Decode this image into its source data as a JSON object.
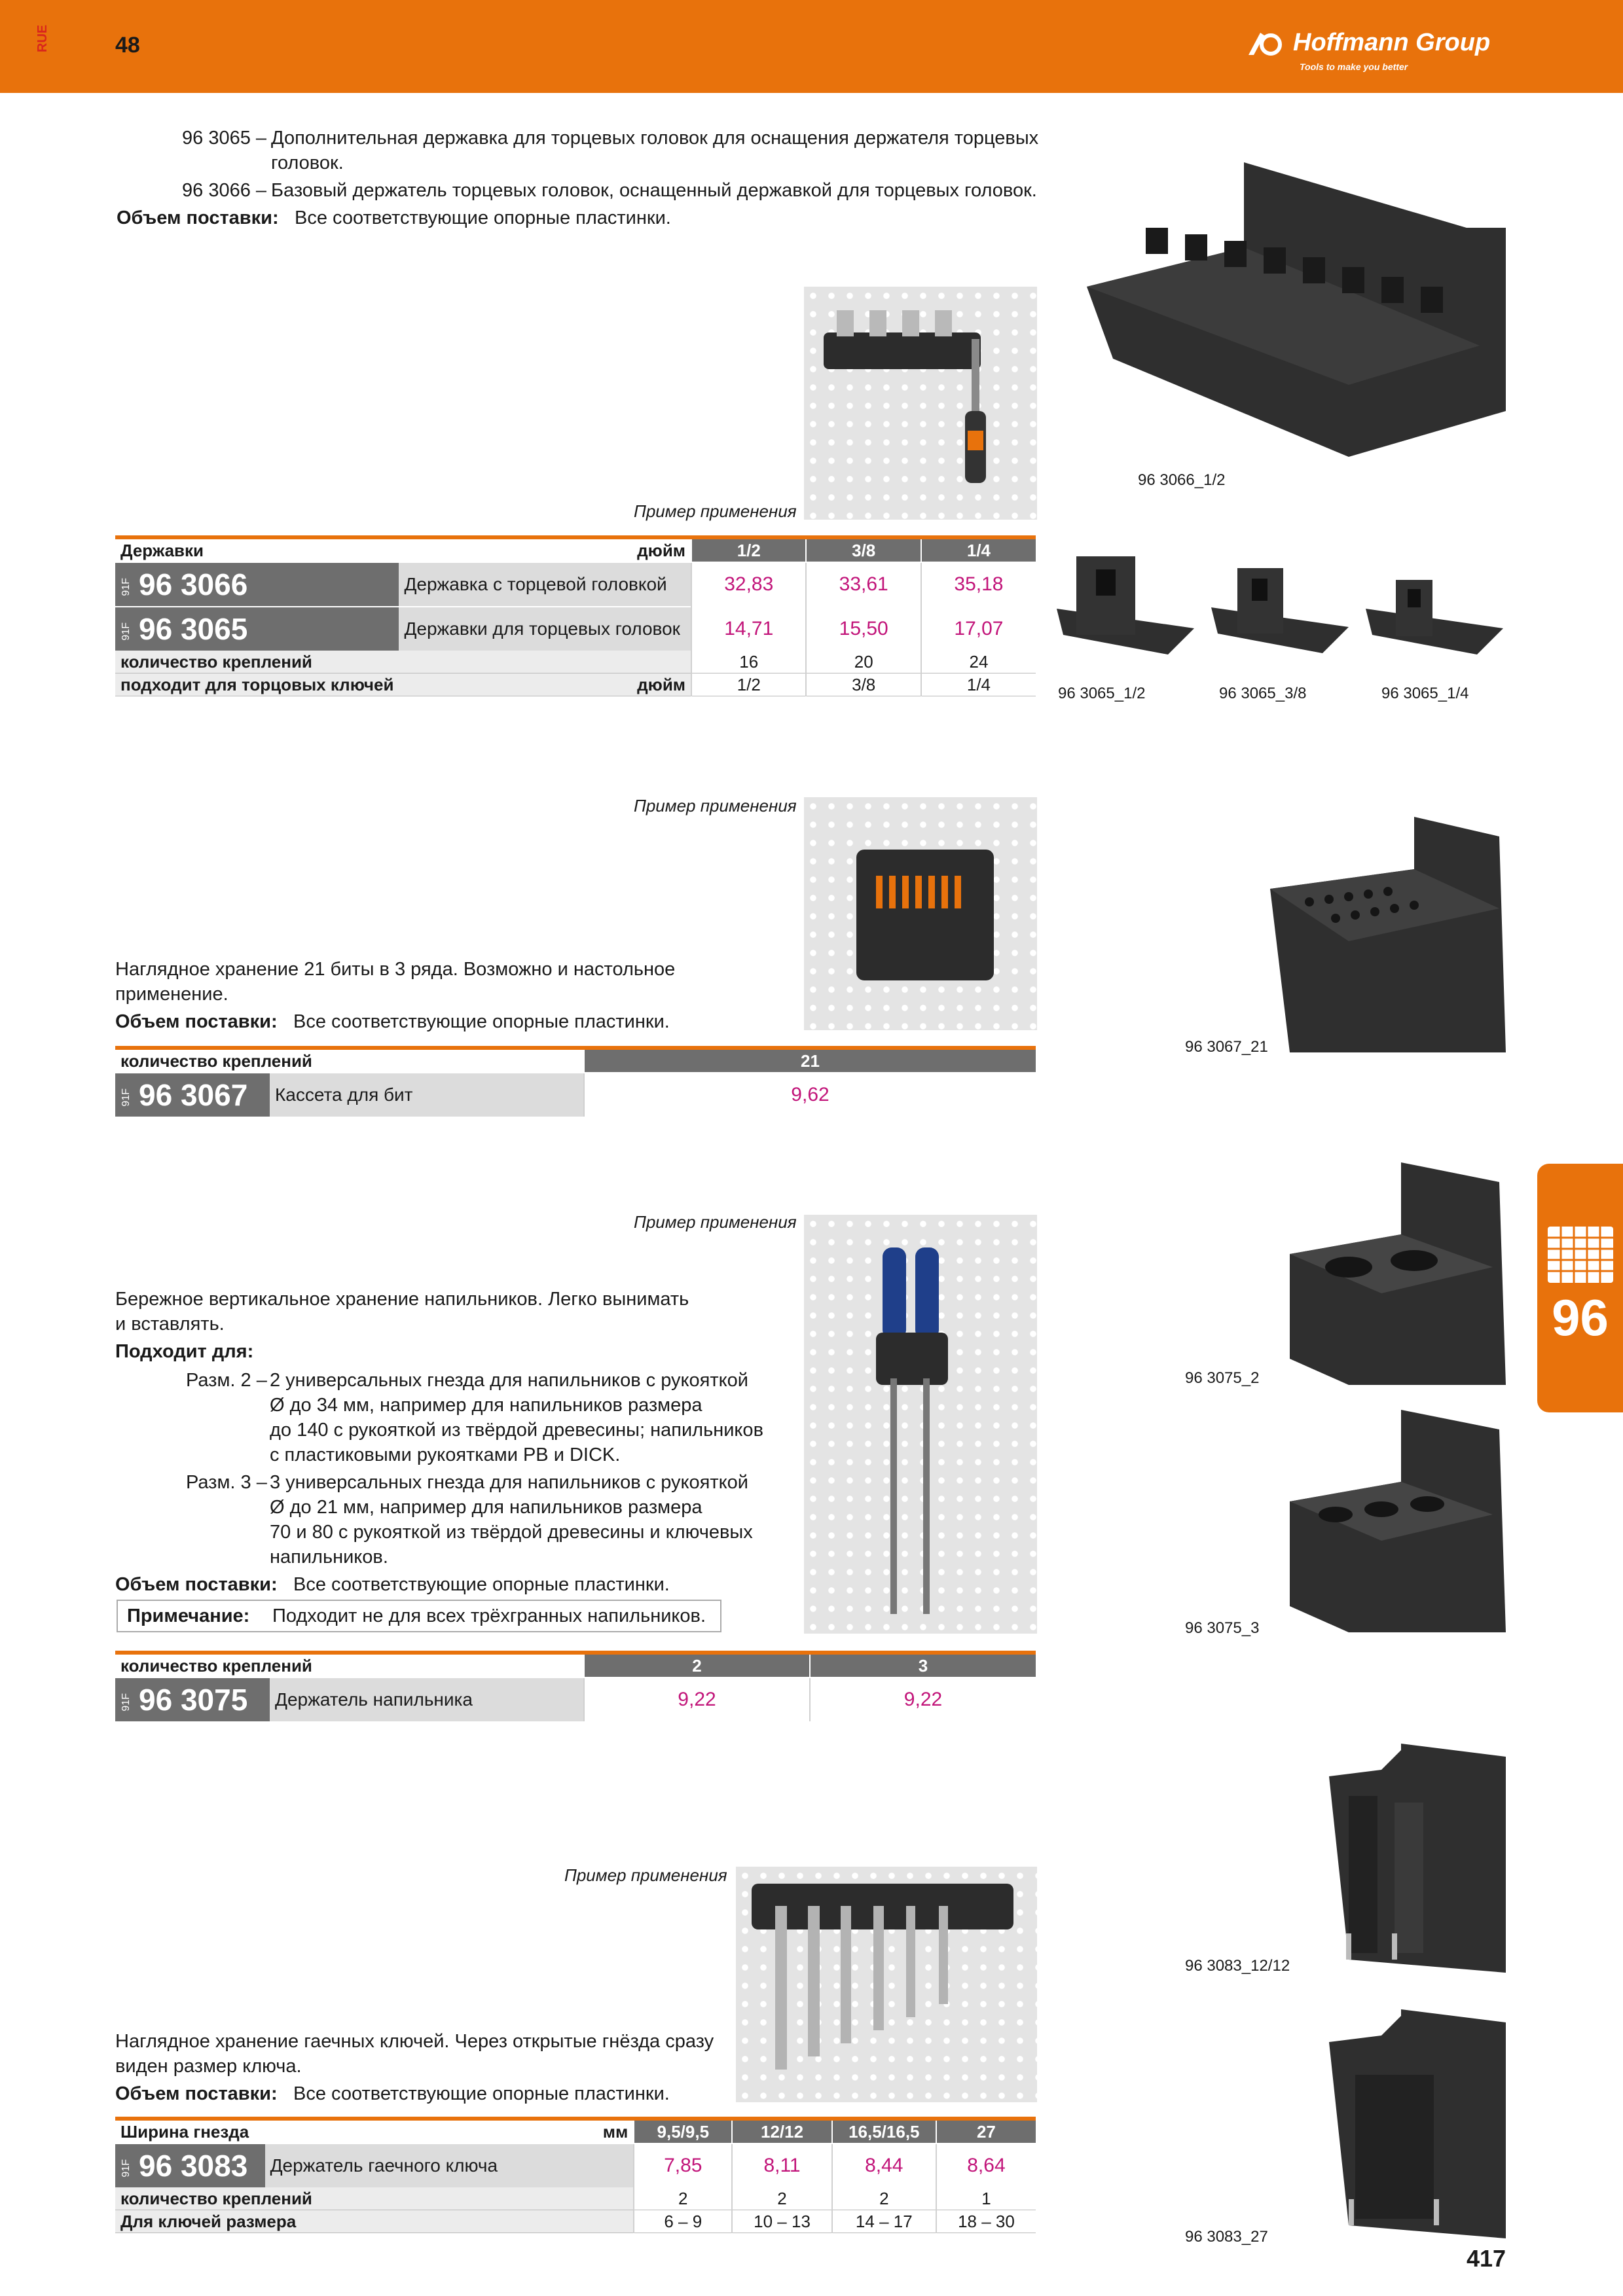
{
  "header": {
    "lang": "RUE",
    "page_number": "48",
    "brand": "Hoffmann Group",
    "tagline": "Tools to make you better"
  },
  "side_tab": {
    "number": "96"
  },
  "footer_page_number": "417",
  "section1": {
    "line1_code": "96 3065 –",
    "line1_text": "Дополнительная державка для торцевых головок для оснащения держателя торцевых",
    "line1_text_cont": "головок.",
    "line2_code": "96 3066 –",
    "line2_text": "Базовый держатель торцевых головок, оснащенный державкой для торцевых головок.",
    "delivery_label": "Объем поставки:",
    "delivery_text": "Все соответствующие опорные пластинки.",
    "example_caption": "Пример применения",
    "img_main_code": "96 3066_1/2",
    "img_codes": [
      "96 3065_1/2",
      "96 3065_3/8",
      "96 3065_1/4"
    ],
    "table": {
      "header_label": "Державки",
      "header_unit": "дюйм",
      "columns": [
        "1/2",
        "3/8",
        "1/4"
      ],
      "rows": [
        {
          "tag": "91F",
          "article": "96 3066",
          "desc": "Державка с торцевой головкой",
          "prices": [
            "32,83",
            "33,61",
            "35,18"
          ]
        },
        {
          "tag": "91F",
          "article": "96 3065",
          "desc": "Державки для торцевых головок",
          "prices": [
            "14,71",
            "15,50",
            "17,07"
          ]
        }
      ],
      "sub": [
        {
          "label": "количество креплений",
          "unit": "",
          "values": [
            "16",
            "20",
            "24"
          ]
        },
        {
          "label": "подходит для торцовых ключей",
          "unit": "дюйм",
          "values": [
            "1/2",
            "3/8",
            "1/4"
          ]
        }
      ]
    }
  },
  "section2": {
    "example_caption": "Пример применения",
    "text1": "Наглядное хранение 21 биты в 3 ряда. Возможно и настольное",
    "text2": "применение.",
    "delivery_label": "Объем поставки:",
    "delivery_text": "Все соответствующие опорные пластинки.",
    "img_code": "96 3067_21",
    "table": {
      "header_label": "количество креплений",
      "columns": [
        "21"
      ],
      "row": {
        "tag": "91F",
        "article": "96 3067",
        "desc": "Кассета для бит",
        "prices": [
          "9,62"
        ]
      }
    }
  },
  "section3": {
    "example_caption": "Пример применения",
    "text1": "Бережное вертикальное хранение напильников. Легко вынимать",
    "text2": "и вставлять.",
    "fits_label": "Подходит для:",
    "size2_label": "Разм. 2 –",
    "size2_lines": [
      "2 универсальных гнезда для напильников с рукояткой",
      "Ø до 34 мм, например для напильников размера",
      "до 140 с рукояткой из твёрдой древесины; напильников",
      "с пластиковыми рукоятками PB и DICK."
    ],
    "size3_label": "Разм. 3 –",
    "size3_lines": [
      "3 универсальных гнезда для напильников с рукояткой",
      "Ø до 21 мм, например для напильников размера",
      "70 и 80 с рукояткой из твёрдой древесины и ключевых",
      "напильников."
    ],
    "delivery_label": "Объем поставки:",
    "delivery_text": "Все соответствующие опорные пластинки.",
    "note_label": "Примечание:",
    "note_text": "Подходит не для всех трёхгранных напильников.",
    "img_codes": [
      "96 3075_2",
      "96 3075_3"
    ],
    "table": {
      "header_label": "количество креплений",
      "columns": [
        "2",
        "3"
      ],
      "row": {
        "tag": "91F",
        "article": "96 3075",
        "desc": "Держатель напильника",
        "prices": [
          "9,22",
          "9,22"
        ]
      }
    }
  },
  "section4": {
    "example_caption": "Пример применения",
    "text1": "Наглядное хранение гаечных ключей. Через открытые гнёзда сразу",
    "text2": "виден размер ключа.",
    "delivery_label": "Объем поставки:",
    "delivery_text": "Все соответствующие опорные пластинки.",
    "img_codes": [
      "96 3083_12/12",
      "96 3083_27"
    ],
    "table": {
      "header_label": "Ширина гнезда",
      "header_unit": "мм",
      "columns": [
        "9,5/9,5",
        "12/12",
        "16,5/16,5",
        "27"
      ],
      "row": {
        "tag": "91F",
        "article": "96 3083",
        "desc": "Держатель гаечного ключа",
        "prices": [
          "7,85",
          "8,11",
          "8,44",
          "8,64"
        ]
      },
      "sub": [
        {
          "label": "количество креплений",
          "unit": "",
          "values": [
            "2",
            "2",
            "2",
            "1"
          ]
        },
        {
          "label": "Для ключей размера",
          "unit": "",
          "values": [
            "6 – 9",
            "10 – 13",
            "14 – 17",
            "18 – 30"
          ]
        }
      ]
    }
  },
  "colors": {
    "brand_orange": "#e8720c",
    "price_magenta": "#c2157a",
    "article_gray": "#6e6e6e"
  }
}
